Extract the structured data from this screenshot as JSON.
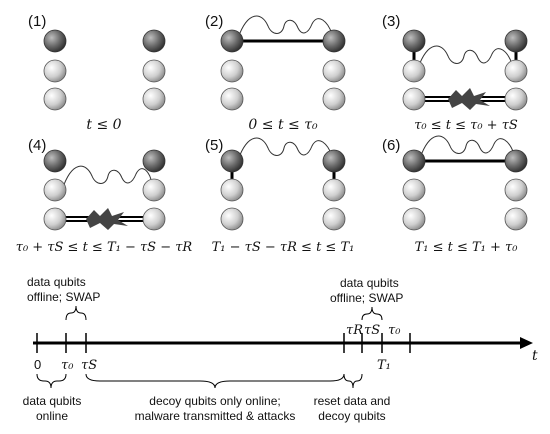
{
  "panels": [
    {
      "label": "(1)",
      "condition": "t ≤ 0"
    },
    {
      "label": "(2)",
      "condition": "0 ≤ t ≤ τ₀"
    },
    {
      "label": "(3)",
      "condition": "τ₀ ≤ t ≤ τ₀ + τS"
    },
    {
      "label": "(4)",
      "condition": "τ₀ + τS ≤ t ≤ T₁ − τS − τR"
    },
    {
      "label": "(5)",
      "condition": "T₁ − τS − τR ≤ t ≤ T₁"
    },
    {
      "label": "(6)",
      "condition": "T₁ ≤ t ≤ T₁ + τ₀"
    }
  ],
  "timeline": {
    "axis_label": "t",
    "ticks": {
      "zero": "0",
      "tau0_left": "τ₀",
      "tauS_left": "τS",
      "tauR": "τR",
      "tauS_right": "τS",
      "tau0_right": "τ₀",
      "T1": "T₁"
    },
    "annotations": {
      "data_offline_left_1": "data qubits",
      "data_offline_left_2": "offline; SWAP",
      "data_offline_right_1": "data qubits",
      "data_offline_right_2": "offline; SWAP",
      "data_online_1": "data qubits",
      "data_online_2": "online",
      "decoy_1": "decoy qubits only online;",
      "decoy_2": "malware transmitted & attacks",
      "reset_1": "reset data and",
      "reset_2": "decoy qubits"
    }
  },
  "colors": {
    "dark_qubit": "#555555",
    "light_qubit": "#d9d9d9",
    "line": "#000000"
  }
}
